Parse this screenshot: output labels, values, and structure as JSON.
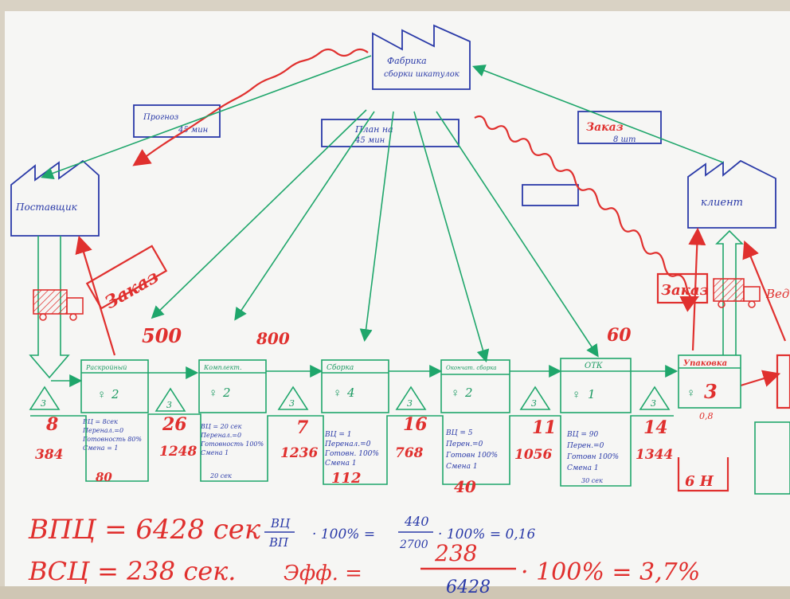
{
  "factory": {
    "label1": "Фабрика",
    "label2": "сборки шкатулок"
  },
  "supplier": {
    "label": "Поставщик"
  },
  "client": {
    "label": "клиент"
  },
  "forecast": {
    "label1": "Прогноз",
    "label2": "45 мин"
  },
  "plan": {
    "label1": "План на",
    "label2": "45 мин"
  },
  "order_box": {
    "label1": "Заказ",
    "label2": "8 шт"
  },
  "red_orders": {
    "left": "Заказ",
    "right": "Заказ",
    "vedro": "Вед"
  },
  "processes": [
    {
      "name": "Раскройный",
      "ops": "2",
      "data": [
        "ВЦ = 8сек",
        "Перенал.=0",
        "Готовность 80%",
        "Смена = 1"
      ],
      "ct": "80"
    },
    {
      "name": "Комплект.",
      "ops": "2",
      "data": [
        "ВЦ = 20 сек",
        "Перенал.=0",
        "Готовность 100%",
        "Смена 1"
      ],
      "ct": "20 сек"
    },
    {
      "name": "Сборка",
      "ops": "4",
      "data": [
        "ВЦ = 1",
        "Перенал.=0",
        "Готовн. 100%",
        "Смена 1"
      ],
      "ct": "112"
    },
    {
      "name": "Окончат. сборка",
      "ops": "2",
      "data": [
        "ВЦ = 5",
        "Перен.=0",
        "Готовн 100%",
        "Смена 1"
      ],
      "ct": "40"
    },
    {
      "name": "ОТК",
      "ops": "1",
      "data": [
        "ВЦ = 90",
        "Перен.=0",
        "Готовн 100%",
        "Смена 1"
      ],
      "ct": "30 сек"
    },
    {
      "name": "Упаковка",
      "ops": "3",
      "data": [
        "0,8"
      ],
      "ct": "6 H"
    }
  ],
  "inventories": [
    "3",
    "3",
    "3",
    "3",
    "3",
    "3"
  ],
  "red_top_numbers": [
    "500",
    "800",
    "60"
  ],
  "timeline_top": [
    "8",
    "26",
    "7",
    "16",
    "11",
    "14"
  ],
  "timeline_bottom": [
    "384",
    "1248",
    "1236",
    "768",
    "1056",
    "1344"
  ],
  "formulas": {
    "vpc": "ВПЦ = 6428 сек",
    "vsc": "ВСЦ = 238 сек.",
    "ratio_num": "ВЦ",
    "ratio_den": "ВП",
    "ratio_rest": "· 100% =",
    "frac_num": "440",
    "frac_den": "2700",
    "frac_rest": "· 100% = 0,16",
    "eff": "Эфф. =",
    "eff_num": "238",
    "eff_den": "6428",
    "eff_rest": "· 100% = 3,7%"
  }
}
